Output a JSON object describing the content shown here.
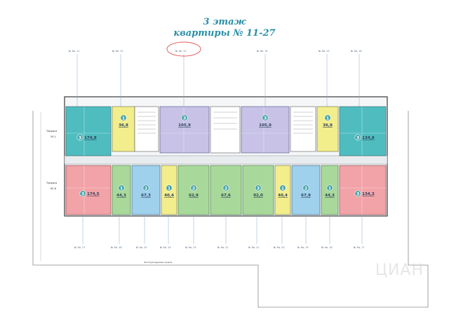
{
  "header": {
    "floor_title": "3 этаж",
    "apartments_title": "квартиры № 11-27"
  },
  "apartment_label_prefix": "№ Кв.",
  "top_labels": [
    "11",
    "12",
    "13",
    "14",
    "15",
    "16"
  ],
  "bottom_labels": [
    "27",
    "26",
    "25",
    "24",
    "23",
    "22",
    "21",
    "20",
    "19",
    "18",
    "17"
  ],
  "upper_units": [
    {
      "rooms": "1",
      "area": "36,8"
    },
    {
      "rooms": "3",
      "area": "105,9"
    },
    {
      "rooms": "3",
      "area": "105,9"
    },
    {
      "rooms": "1",
      "area": "36,8"
    }
  ],
  "upper_corner_units": [
    {
      "rooms": "3",
      "area": "174,8"
    },
    {
      "rooms": "3",
      "area": "134,8"
    }
  ],
  "lower_units": [
    {
      "rooms": "1",
      "area": "44,3"
    },
    {
      "rooms": "2",
      "area": "67,3"
    },
    {
      "rooms": "1",
      "area": "40,4"
    },
    {
      "rooms": "2",
      "area": "62,9"
    },
    {
      "rooms": "2",
      "area": "67,6"
    },
    {
      "rooms": "3",
      "area": "92,0"
    },
    {
      "rooms": "1",
      "area": "40,4"
    },
    {
      "rooms": "2",
      "area": "67,9"
    },
    {
      "rooms": "1",
      "area": "44,3"
    }
  ],
  "lower_corner_units": [
    {
      "rooms": "3",
      "area": "174,5"
    },
    {
      "rooms": "3",
      "area": "134,3"
    }
  ],
  "terraces": [
    {
      "label": "Терраса",
      "area": "54,1"
    },
    {
      "label": "Терраса",
      "area": "62,6"
    }
  ],
  "exploitable_roof": "Эксплуатируемая кровля",
  "watermark": "ЦИАН",
  "colors": {
    "teal": "#4fbdc0",
    "pink": "#f2a3a8",
    "lavender": "#c7c2e6",
    "yellow": "#f2ee8c",
    "green": "#a9d99a",
    "lightblue": "#9fd0ec",
    "badge": "#3ea0a6",
    "annotation": "#e05a5a"
  }
}
